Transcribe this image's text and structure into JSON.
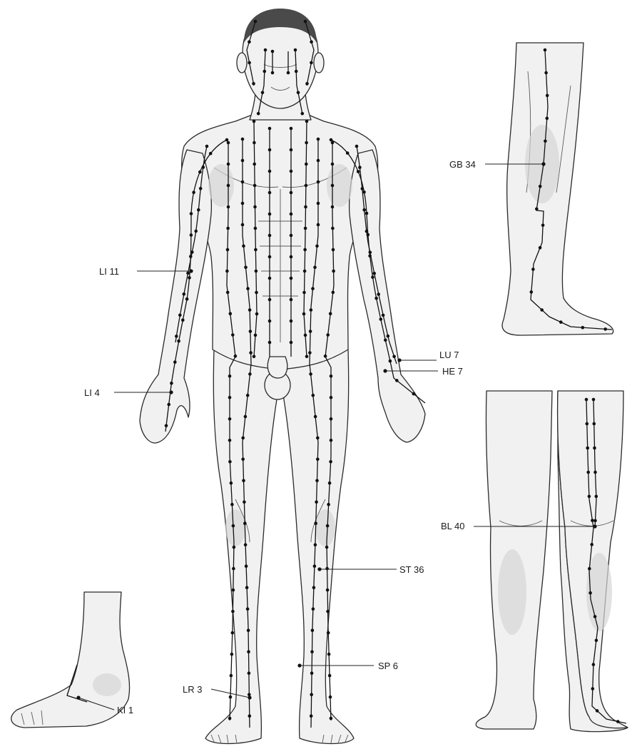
{
  "labels": {
    "li11": "LI 11",
    "li4": "LI 4",
    "lu7": "LU 7",
    "he7": "HE 7",
    "gb34": "GB 34",
    "bl40": "BL 40",
    "st36": "ST 36",
    "sp6": "SP 6",
    "lr3": "LR 3",
    "ki1": "KI 1"
  },
  "colors": {
    "skin": "#f1f1f1",
    "outline": "#2a2a2a",
    "meridian": "#111111"
  }
}
